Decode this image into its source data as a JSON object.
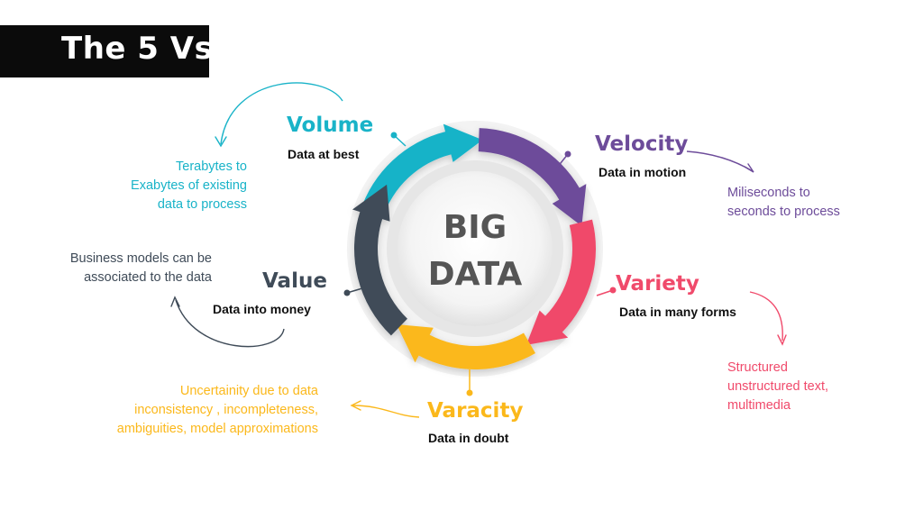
{
  "title": "The 5 Vs",
  "core": {
    "line1": "BIG",
    "line2": "DATA"
  },
  "colors": {
    "volume": "#19b3c8",
    "velocity": "#6d4c9a",
    "variety": "#f04a6b",
    "varacity": "#fbb81b",
    "value": "#3f4b58"
  },
  "items": {
    "volume": {
      "heading": "Volume",
      "subtitle": "Data at best",
      "desc": [
        "Terabytes to",
        "Exabytes of existing",
        "data to process"
      ]
    },
    "velocity": {
      "heading": "Velocity",
      "subtitle": "Data in motion",
      "desc": [
        "Miliseconds to",
        "seconds to process"
      ]
    },
    "variety": {
      "heading": "Variety",
      "subtitle": "Data in many forms",
      "desc": [
        "Structured",
        "unstructured text,",
        "multimedia"
      ]
    },
    "varacity": {
      "heading": "Varacity",
      "subtitle": "Data in doubt",
      "desc": [
        "Uncertainity due to data",
        "inconsistency , incompleteness,",
        "ambiguities, model approximations"
      ]
    },
    "value": {
      "heading": "Value",
      "subtitle": "Data into money",
      "desc": [
        "Business models can be",
        "associated to the data"
      ]
    }
  }
}
